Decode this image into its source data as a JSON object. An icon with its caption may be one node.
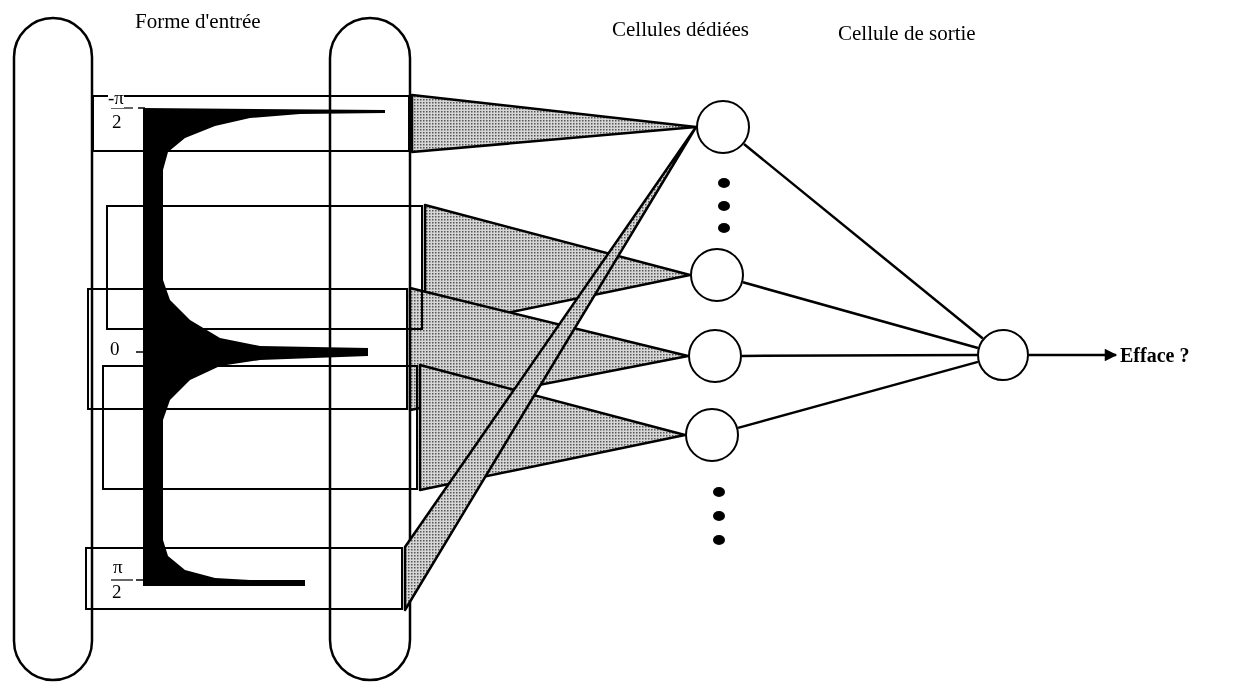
{
  "diagram": {
    "nodes": [
      {
        "text": [],
        "shape": "box"
      },
      {
        "text": [],
        "shape": "box"
      },
      {
        "text": [],
        "shape": "box"
      },
      {
        "text": [],
        "shape": "box"
      },
      {
        "text": [],
        "shape": "box"
      },
      {
        "text": [],
        "shape": "circle"
      },
      {
        "text": [],
        "shape": "circle"
      },
      {
        "text": [],
        "shape": "circle"
      },
      {
        "text": [],
        "shape": "circle"
      },
      {
        "text": [],
        "shape": "circle"
      },
      {
        "text": [
          "Efface ?"
        ]
      }
    ],
    "edges": [
      {
        "from": 0,
        "to": 5,
        "arrow": "none"
      },
      {
        "from": 1,
        "to": 6,
        "arrow": "none"
      },
      {
        "from": 2,
        "to": 7,
        "arrow": "none"
      },
      {
        "from": 3,
        "to": 8,
        "arrow": "none"
      },
      {
        "from": 4,
        "to": 5,
        "arrow": "none"
      },
      {
        "from": 5,
        "to": 9,
        "arrow": "none"
      },
      {
        "from": 6,
        "to": 9,
        "arrow": "none"
      },
      {
        "from": 7,
        "to": 9,
        "arrow": "none"
      },
      {
        "from": 8,
        "to": 9,
        "arrow": "none"
      },
      {
        "from": 9,
        "to": 10,
        "arrow": "to"
      }
    ],
    "labels": [
      "Forme d'entrée",
      "Cellules dédiées",
      "Cellule de sortie",
      "-π",
      "2",
      "0",
      "π",
      "2"
    ]
  }
}
